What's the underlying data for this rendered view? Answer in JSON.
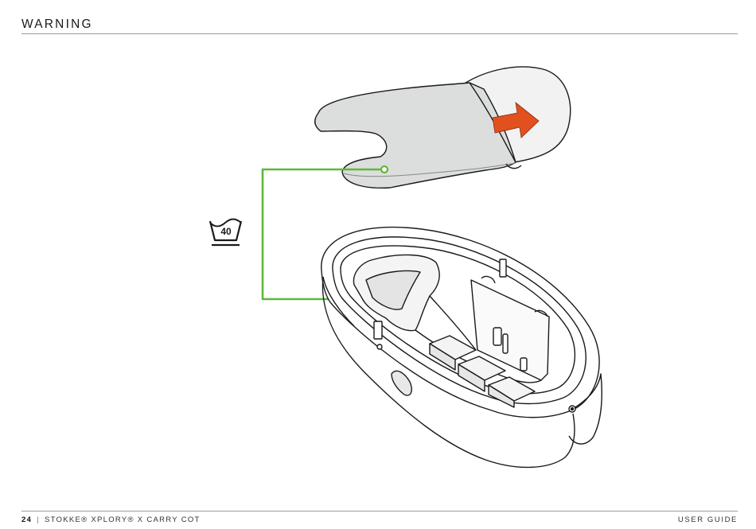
{
  "header": {
    "title": "WARNING"
  },
  "wash_symbol": {
    "temperature": "40"
  },
  "footer": {
    "page_number": "24",
    "product": "STOKKE® XPLORY® X CARRY COT",
    "guide": "USER GUIDE"
  },
  "colors": {
    "arrow": "#e1501e",
    "connector": "#5fb83a",
    "cover_fill": "#dcdddd",
    "line": "#1a1a1a"
  }
}
